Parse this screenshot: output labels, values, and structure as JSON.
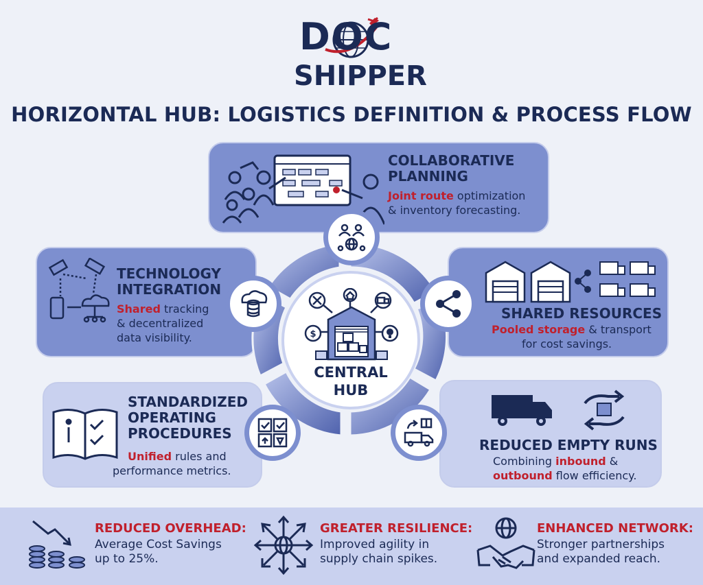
{
  "logo": {
    "top": "DOC",
    "bottom": "SHIPPER"
  },
  "title": "HORIZONTAL HUB: LOGISTICS DEFINITION & PROCESS FLOW",
  "panels": {
    "collaborative": {
      "title_line1": "COLLABORATIVE",
      "title_line2": "PLANNING",
      "text_red": "Joint route",
      "text_rest1": " optimization",
      "text_line2": "& inventory forecasting."
    },
    "technology": {
      "title_line1": "TECHNOLOGY",
      "title_line2": "INTEGRATION",
      "text_red": "Shared",
      "text_rest1": " tracking",
      "text_line2": "& decentralized",
      "text_line3": "data visibility."
    },
    "shared": {
      "title": "SHARED RESOURCES",
      "text_red": "Pooled storage",
      "text_rest1": " & transport",
      "text_line2": "for cost savings."
    },
    "sop": {
      "title_line1": "STANDARDIZED",
      "title_line2": "OPERATING",
      "title_line3": "PROCEDURES",
      "text_red": "Unified",
      "text_rest1": " rules and",
      "text_line2": "performance metrics."
    },
    "empty_runs": {
      "title": "REDUCED EMPTY RUNS",
      "text_line1": "Combining ",
      "text_red1": "inbound",
      "text_line1_end": " &",
      "text_red2": "outbound",
      "text_line2_end": " flow efficiency."
    }
  },
  "hub": {
    "line1": "CENTRAL",
    "line2": "HUB"
  },
  "stats": [
    {
      "title": "REDUCED OVERHEAD:",
      "line1": "Average Cost Savings",
      "line2": "up to 25%."
    },
    {
      "title": "GREATER RESILIENCE:",
      "line1": "Improved agility in",
      "line2": "supply chain spikes."
    },
    {
      "title": "ENHANCED NETWORK:",
      "line1": "Stronger partnerships",
      "line2": "and expanded reach."
    }
  ],
  "colors": {
    "navy": "#1b2a55",
    "red": "#c0202c",
    "panel_dark": "#7d8fcf",
    "panel_light": "#c9d1ef",
    "background": "#eef1f8"
  }
}
